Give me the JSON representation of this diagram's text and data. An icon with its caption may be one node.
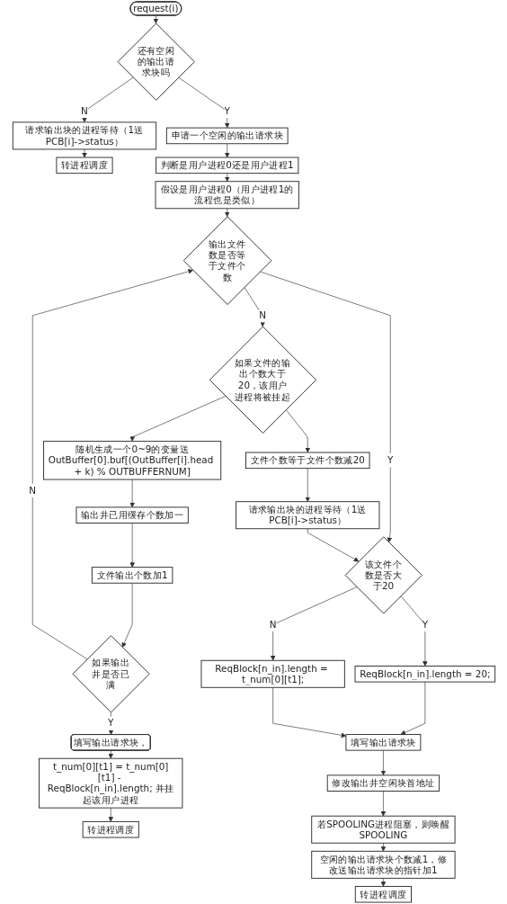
{
  "diagram": {
    "nodes": [
      {
        "text": [
          "request(i)"
        ]
      },
      {
        "text": [
          "还有空闲的输出请求块吗"
        ]
      },
      {
        "text": [
          "请求输出块的进程等待（1送PCB[i]->status）"
        ]
      },
      {
        "text": [
          "申请一个空闲的输出请求块"
        ]
      },
      {
        "text": [
          "转进程调度"
        ]
      },
      {
        "text": [
          "判断是用户进程0还是用户进程1"
        ]
      },
      {
        "text": [
          "假设是用户进程0（用户进程1的流程也是类似）"
        ]
      },
      {
        "text": [
          "输出文件数是否等于文件个数"
        ]
      },
      {
        "text": [
          "如果文件的输出个数大于20，该用户进程将被挂起"
        ]
      },
      {
        "text": [
          "文件个数等于文件个数减20"
        ]
      },
      {
        "text": [
          "随机生成一个0~9的变量送OutBuffer[0].buf[(OutBuffer[i].head + k) % OUTBUFFERNUM]"
        ]
      },
      {
        "text": [
          "请求输出块的进程等待（1送PCB[i]->status）"
        ]
      },
      {
        "text": [
          "输出井已用缓存个数加一"
        ]
      },
      {
        "text": [
          "文件输出个数加1"
        ]
      },
      {
        "text": [
          "如果输出井是否已满"
        ]
      },
      {
        "text": [
          "填写输出请求块，"
        ]
      },
      {
        "text": [
          "t_num[0][t1] = t_num[0][t1] - ReqBlock[n_in].length; 并挂起该用户进程"
        ]
      },
      {
        "text": [
          "转进程调度"
        ]
      },
      {
        "text": [
          "该文件个数是否大于20"
        ]
      },
      {
        "text": [
          "ReqBlock[n_in].length = 20;"
        ]
      },
      {
        "text": [
          "ReqBlock[n_in].length = t_num[0][t1];"
        ]
      },
      {
        "text": [
          "填写输出请求块"
        ]
      },
      {
        "text": [
          "修改输出井空闲块首地址"
        ]
      },
      {
        "text": [
          "若SPOOLING进程阻塞，则唤醒SPOOLING"
        ]
      },
      {
        "text": [
          "空闲的输出请求块个数减1，修改送输出请求块的指针加1"
        ]
      },
      {
        "text": [
          "转进程调度"
        ]
      }
    ],
    "edges": [
      {
        "from": 0,
        "to": 1,
        "arrow": "to"
      },
      {
        "from": 1,
        "to": 2,
        "arrow": "to",
        "label": "N"
      },
      {
        "from": 1,
        "to": 3,
        "arrow": "to",
        "label": "Y"
      },
      {
        "from": 2,
        "to": 4,
        "arrow": "to"
      },
      {
        "from": 3,
        "to": 5,
        "arrow": "to"
      },
      {
        "from": 5,
        "to": 6,
        "arrow": "to"
      },
      {
        "from": 6,
        "to": 7,
        "arrow": "to"
      },
      {
        "from": 7,
        "to": 8,
        "arrow": "to",
        "label": "N"
      },
      {
        "from": 7,
        "to": 18,
        "arrow": "to",
        "label": "Y"
      },
      {
        "from": 8,
        "to": 9,
        "arrow": "to"
      },
      {
        "from": 8,
        "to": 10,
        "arrow": "to"
      },
      {
        "from": 9,
        "to": 11,
        "arrow": "to"
      },
      {
        "from": 11,
        "to": 18,
        "arrow": "to"
      },
      {
        "from": 10,
        "to": 12,
        "arrow": "to"
      },
      {
        "from": 12,
        "to": 13,
        "arrow": "to"
      },
      {
        "from": 13,
        "to": 14,
        "arrow": "to"
      },
      {
        "from": 14,
        "to": 7,
        "arrow": "to",
        "label": "N"
      },
      {
        "from": 14,
        "to": 15,
        "arrow": "to",
        "label": "Y"
      },
      {
        "from": 15,
        "to": 16,
        "arrow": "to"
      },
      {
        "from": 16,
        "to": 17,
        "arrow": "to"
      },
      {
        "from": 18,
        "to": 19,
        "arrow": "to",
        "label": "Y"
      },
      {
        "from": 18,
        "to": 20,
        "arrow": "to",
        "label": "N"
      },
      {
        "from": 19,
        "to": 21,
        "arrow": "to"
      },
      {
        "from": 20,
        "to": 21,
        "arrow": "to"
      },
      {
        "from": 21,
        "to": 22,
        "arrow": "to"
      },
      {
        "from": 22,
        "to": 23,
        "arrow": "to"
      },
      {
        "from": 23,
        "to": 24,
        "arrow": "to"
      },
      {
        "from": 24,
        "to": 25,
        "arrow": "to"
      }
    ]
  }
}
